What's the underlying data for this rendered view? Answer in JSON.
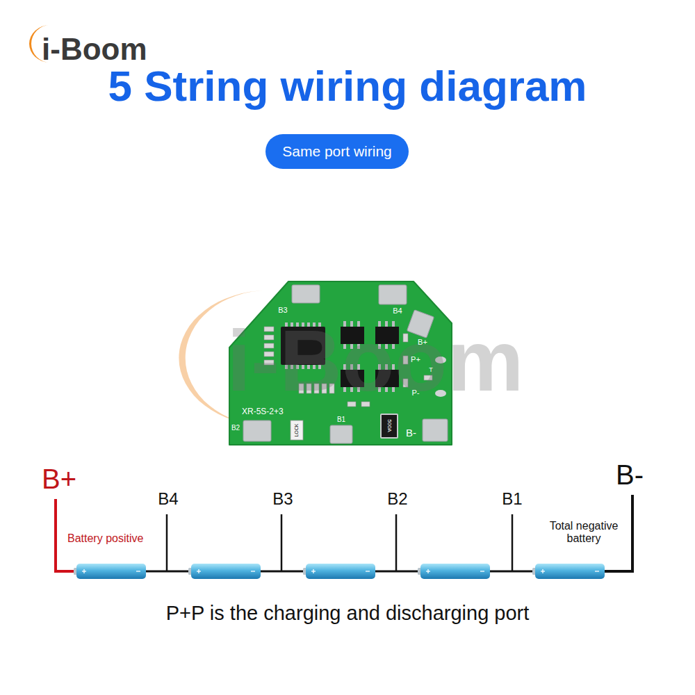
{
  "diagram": {
    "title": "5 String wiring diagram",
    "caption": "P+P is the charging and discharging port",
    "nodes": [
      {
        "text": [
          "Same port wiring"
        ]
      }
    ],
    "labels": [
      "i-Boom",
      "i-Boom",
      "B3",
      "B4",
      "B+",
      "P+",
      "T",
      "P-",
      "XR-5S-2+3",
      "B2",
      "LOCK",
      "B1",
      "500A",
      "B-",
      "B+",
      "Battery positive",
      "B4",
      "B3",
      "B2",
      "B1",
      "Total negative battery",
      "B-"
    ]
  }
}
